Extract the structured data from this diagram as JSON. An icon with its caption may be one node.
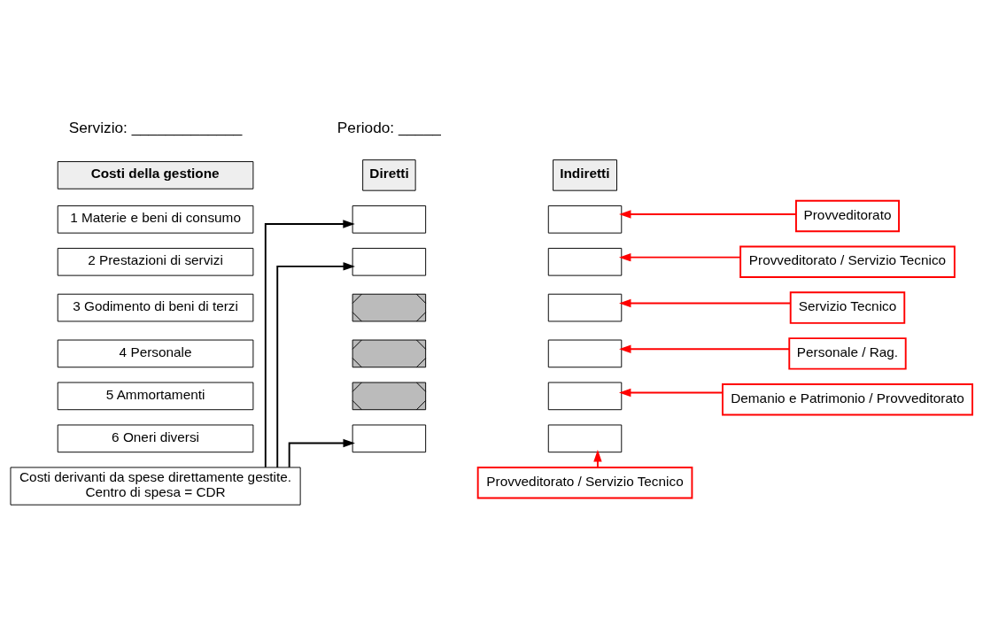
{
  "diagram": {
    "nodes": [
      {
        "text": [
          "Costi della gestione"
        ]
      },
      {
        "text": [
          "Diretti"
        ]
      },
      {
        "text": [
          "Indiretti"
        ]
      },
      {
        "text": [
          "1 Materie e beni di consumo"
        ]
      },
      {
        "text": [],
        "shape": "box"
      },
      {
        "text": [],
        "shape": "box"
      },
      {
        "text": [
          "2 Prestazioni di servizi"
        ]
      },
      {
        "text": [],
        "shape": "box"
      },
      {
        "text": [],
        "shape": "box"
      },
      {
        "text": [
          "3 Godimento di beni di terzi"
        ]
      },
      {
        "text": [],
        "shape": "box"
      },
      {
        "text": [],
        "shape": "box"
      },
      {
        "text": [
          "4 Personale"
        ]
      },
      {
        "text": [],
        "shape": "box"
      },
      {
        "text": [],
        "shape": "box"
      },
      {
        "text": [
          "5 Ammortamenti"
        ]
      },
      {
        "text": [],
        "shape": "box"
      },
      {
        "text": [],
        "shape": "box"
      },
      {
        "text": [
          "6 Oneri diversi"
        ]
      },
      {
        "text": [],
        "shape": "box"
      },
      {
        "text": [],
        "shape": "box"
      },
      {
        "text": [
          "Costi derivanti da spese direttamente gestite.",
          "Centro di spesa = CDR"
        ]
      },
      {
        "text": [
          "Provveditorato"
        ]
      },
      {
        "text": [
          "Provveditorato / Servizio Tecnico"
        ]
      },
      {
        "text": [
          "Servizio Tecnico"
        ]
      },
      {
        "text": [
          "Personale / Rag."
        ]
      },
      {
        "text": [
          "Demanio e Patrimonio / Provveditorato"
        ]
      },
      {
        "text": [
          "Provveditorato / Servizio Tecnico"
        ]
      }
    ],
    "edges": [
      {
        "from": 21,
        "to": 4,
        "arrow": "to",
        "color": "#000000"
      },
      {
        "from": 21,
        "to": 7,
        "arrow": "to",
        "color": "#000000"
      },
      {
        "from": 21,
        "to": 19,
        "arrow": "to",
        "color": "#000000"
      },
      {
        "from": 22,
        "to": 5,
        "arrow": "to"
      },
      {
        "from": 23,
        "to": 8,
        "arrow": "to"
      },
      {
        "from": 24,
        "to": 11,
        "arrow": "to"
      },
      {
        "from": 25,
        "to": 14,
        "arrow": "to"
      },
      {
        "from": 26,
        "to": 17,
        "arrow": "to"
      },
      {
        "from": 27,
        "to": 20,
        "arrow": "to"
      }
    ],
    "labels": [
      "Servizio: _____________",
      "Periodo: _____"
    ]
  }
}
